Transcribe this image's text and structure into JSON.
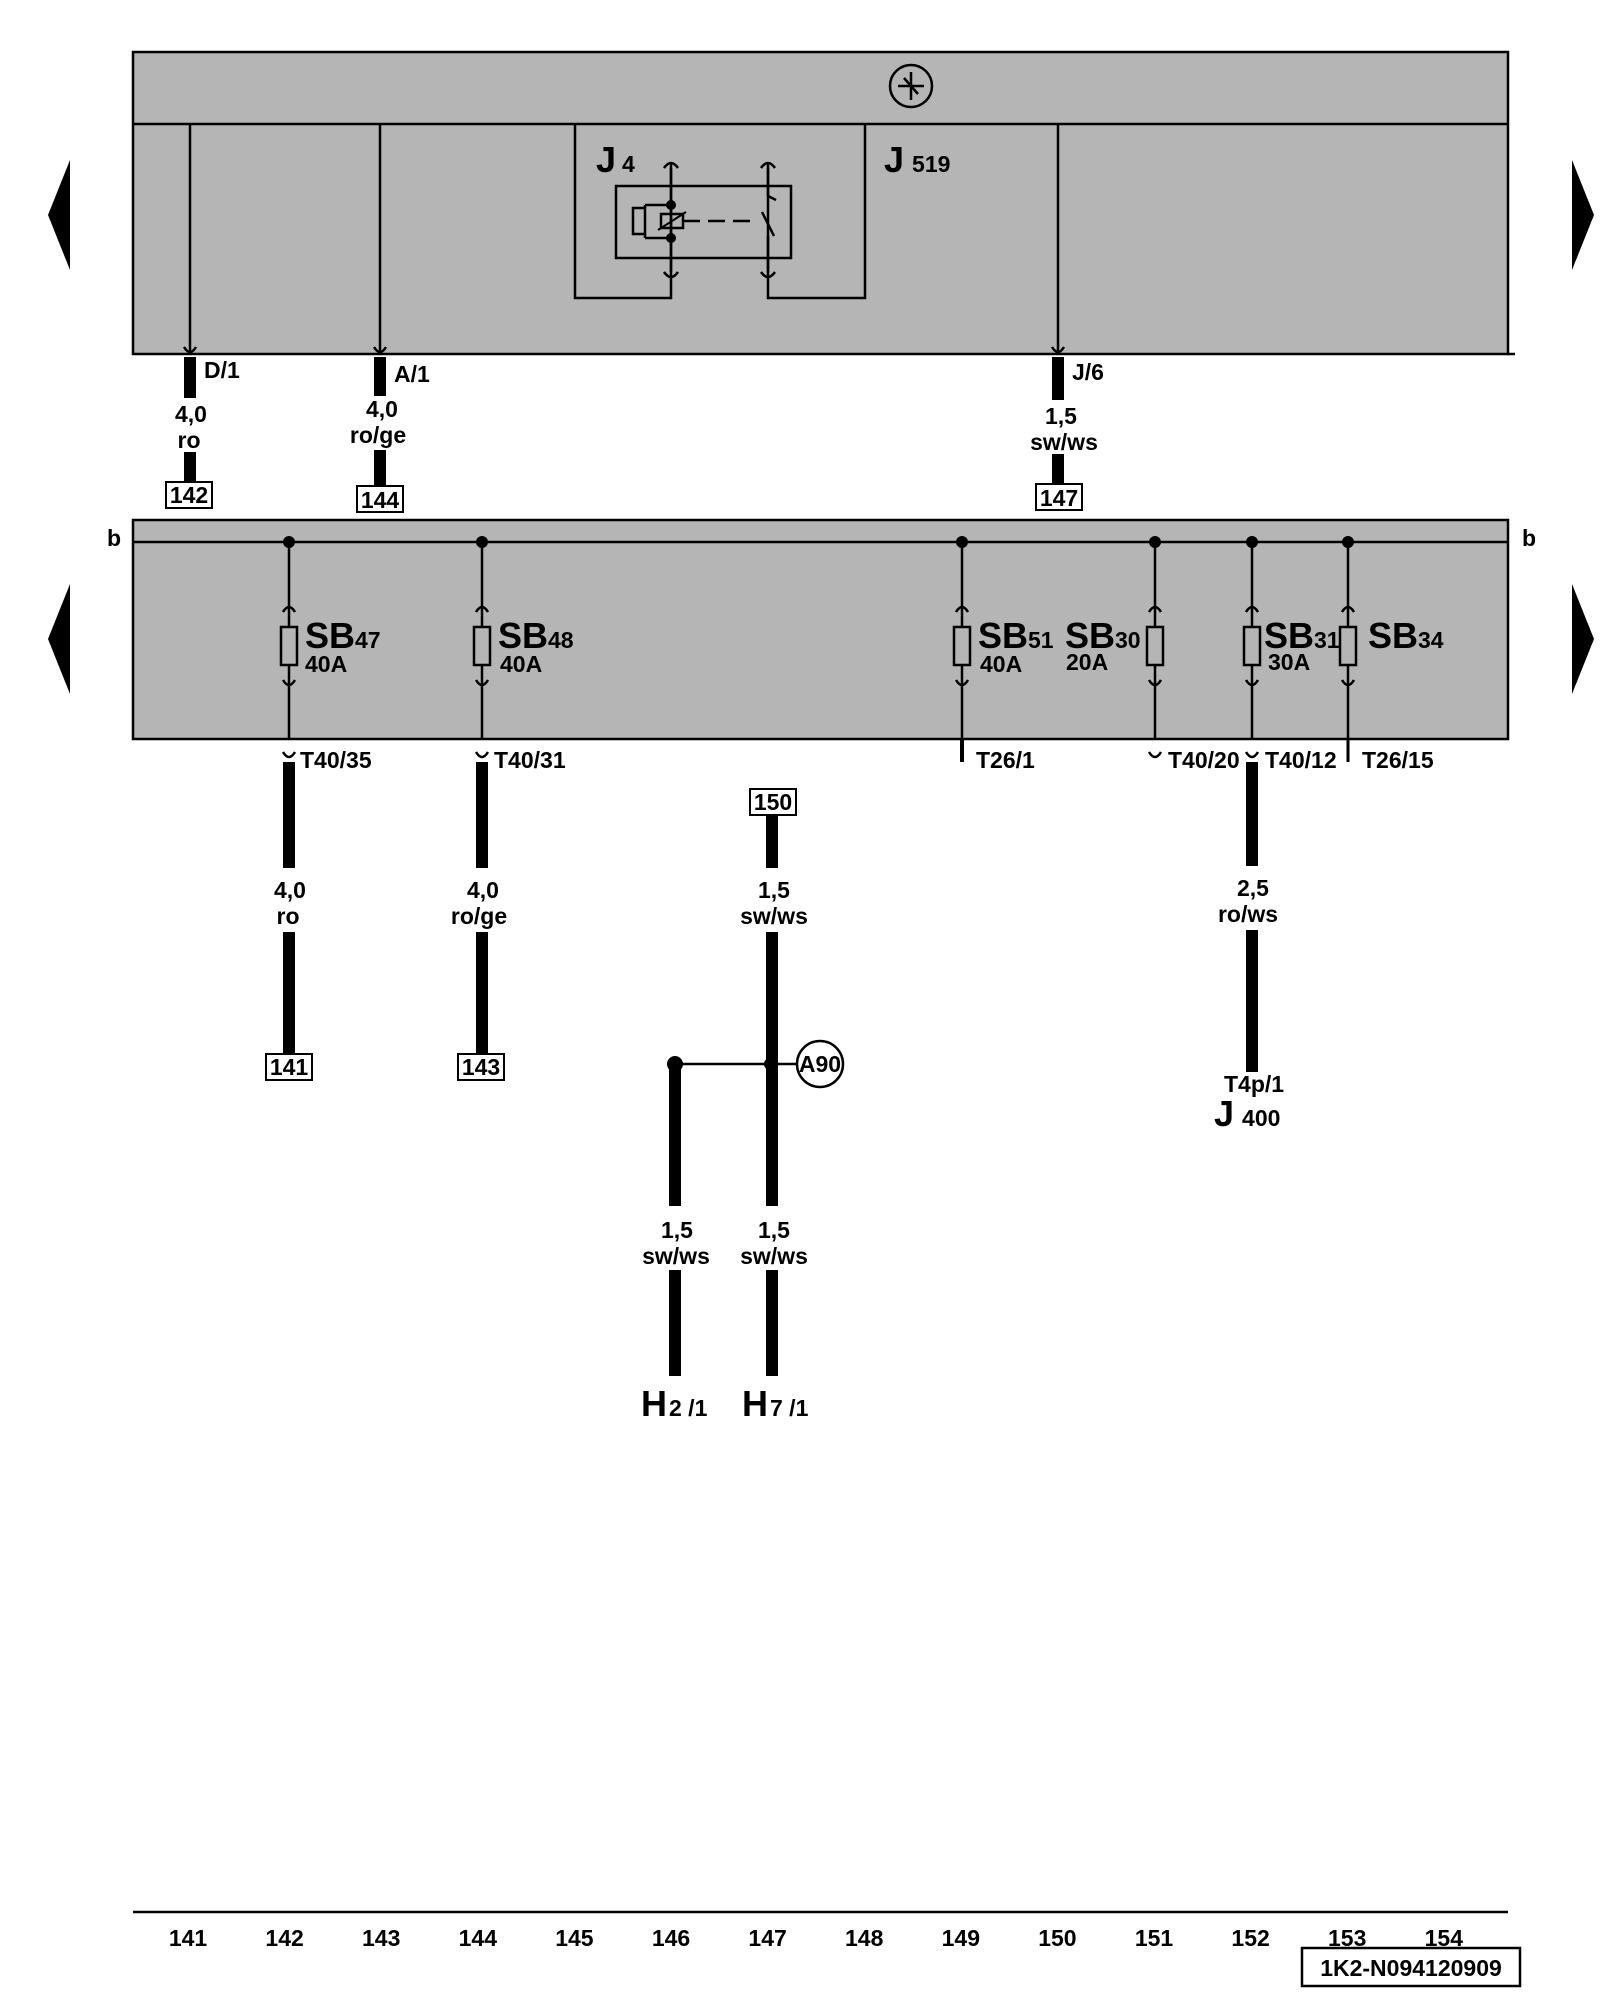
{
  "header_symbol": "ignition-symbol",
  "upper_box": {
    "j4": {
      "main": "J",
      "sub": "4"
    },
    "j519": {
      "main": "J",
      "sub": "519"
    }
  },
  "upper_wires": [
    {
      "pin": "D/1",
      "gauge": "4,0",
      "color": "ro",
      "ref": "142"
    },
    {
      "pin": "A/1",
      "gauge": "4,0",
      "color": "ro/ge",
      "ref": "144"
    },
    {
      "pin": "J/6",
      "gauge": "1,5",
      "color": "sw/ws",
      "ref": "147"
    }
  ],
  "bus_label": "b",
  "fuses": [
    {
      "main": "SB",
      "sub": "47",
      "rating": "40A"
    },
    {
      "main": "SB",
      "sub": "48",
      "rating": "40A"
    },
    {
      "main": "SB",
      "sub": "51",
      "rating": "40A"
    },
    {
      "main": "SB",
      "sub": "30",
      "rating": "20A"
    },
    {
      "main": "SB",
      "sub": "31",
      "rating": "30A"
    },
    {
      "main": "SB",
      "sub": "34",
      "rating": ""
    }
  ],
  "lower_pins": [
    "T40/35",
    "T40/31",
    "T26/1",
    "T40/20",
    "T40/12",
    "T26/15"
  ],
  "lower_wires": [
    {
      "gauge": "4,0",
      "color": "ro",
      "ref": "141"
    },
    {
      "gauge": "4,0",
      "color": "ro/ge",
      "ref": "143"
    },
    {
      "gauge": "1,5",
      "color": "sw/ws",
      "ref": "150"
    },
    {
      "gauge": "2,5",
      "color": "ro/ws",
      "ref": ""
    }
  ],
  "connector_a90": "A90",
  "h_wires": [
    {
      "gauge": "1,5",
      "color": "sw/ws",
      "main": "H",
      "sub": "2 /1"
    },
    {
      "gauge": "1,5",
      "color": "sw/ws",
      "main": "H",
      "sub": "7 /1"
    }
  ],
  "j400": {
    "pin": "T4p/1",
    "main": "J",
    "sub": "400"
  },
  "column_numbers": [
    "141",
    "142",
    "143",
    "144",
    "145",
    "146",
    "147",
    "148",
    "149",
    "150",
    "151",
    "152",
    "153",
    "154"
  ],
  "drawing_id": "1K2-N094120909"
}
